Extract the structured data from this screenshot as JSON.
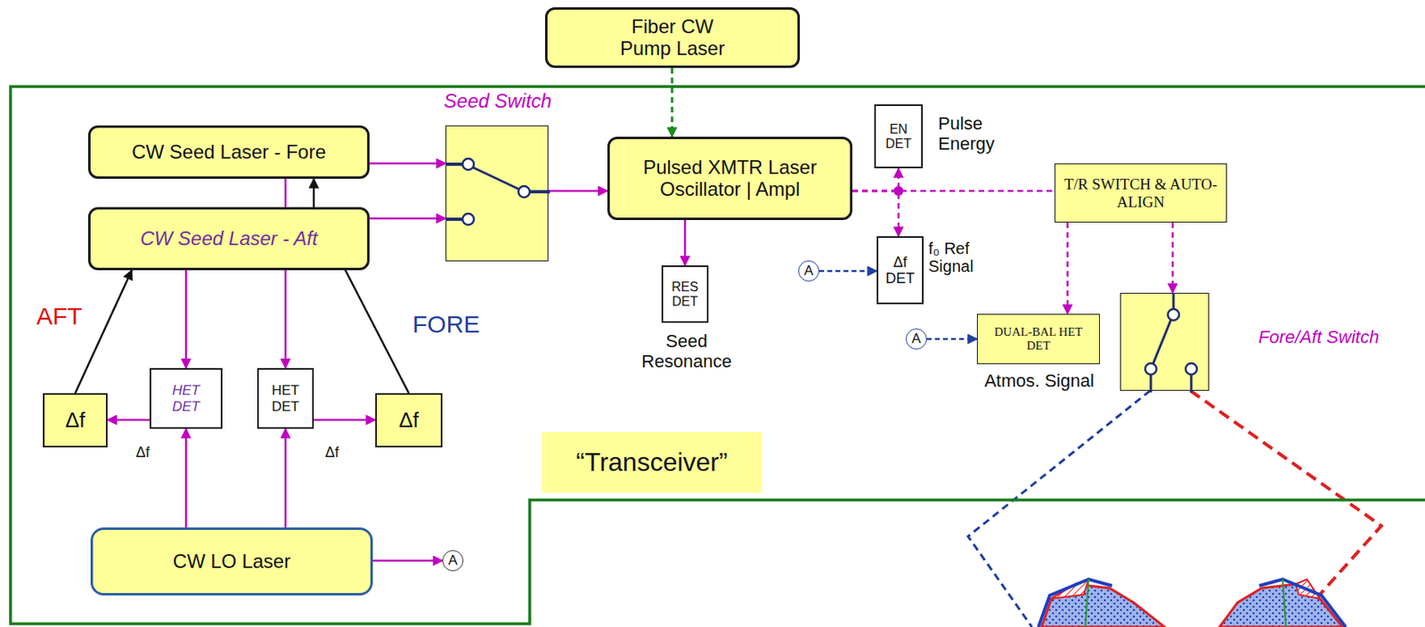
{
  "diagram": {
    "nodes": [
      {
        "text": [
          "Fiber CW Pump Laser"
        ]
      },
      {
        "text": [
          "“Transceiver”"
        ]
      },
      {
        "text": [
          "CW Seed Laser - Fore"
        ],
        "in": 1
      },
      {
        "text": [
          "Seed Switch"
        ],
        "in": 1
      },
      {
        "text": [
          "CW Seed Laser - Aft"
        ],
        "in": 1
      },
      {
        "text": [
          "Pulsed XMTR Laser Oscillator | Ampl"
        ],
        "in": 1
      },
      {
        "text": [
          "EN DET",
          "Pulse Energy"
        ],
        "in": 1
      },
      {
        "text": [
          "T/R SWITCH & AUTO-ALIGN"
        ],
        "in": 1
      },
      {
        "text": [
          "RES DET",
          "Seed Resonance"
        ],
        "in": 1
      },
      {
        "text": [
          "A"
        ],
        "in": 1
      },
      {
        "text": [
          "Δf DET",
          "f₀ Ref Signal"
        ],
        "in": 1
      },
      {
        "text": [
          "A"
        ],
        "in": 1
      },
      {
        "text": [
          "DUAL-BAL HET DET",
          "Atmos. Signal"
        ],
        "in": 1
      },
      {
        "text": [
          "Fore/Aft Switch"
        ],
        "in": 1
      },
      {
        "text": [
          "Δf"
        ],
        "in": 1
      },
      {
        "text": [
          "HET DET"
        ],
        "in": 1
      },
      {
        "text": [
          "HET DET"
        ],
        "in": 1
      },
      {
        "text": [
          "Δf"
        ],
        "in": 1
      },
      {
        "text": [
          "CW LO Laser"
        ],
        "in": 1
      },
      {
        "text": [
          "A"
        ],
        "in": 1
      }
    ],
    "edges": [
      {
        "from": 0,
        "to": 5,
        "arrow": "to"
      },
      {
        "from": 2,
        "to": 3,
        "arrow": "to"
      },
      {
        "from": 4,
        "to": 3,
        "arrow": "to"
      },
      {
        "from": 3,
        "to": 5,
        "arrow": "to"
      },
      {
        "from": 5,
        "to": 8,
        "arrow": "to"
      },
      {
        "from": 5,
        "to": 6,
        "arrow": "to"
      },
      {
        "from": 5,
        "to": 10,
        "arrow": "to"
      },
      {
        "from": 5,
        "to": 7,
        "arrow": "none"
      },
      {
        "from": 7,
        "to": 12,
        "arrow": "to"
      },
      {
        "from": 7,
        "to": 13,
        "arrow": "to"
      },
      {
        "from": 4,
        "to": 15,
        "arrow": "to"
      },
      {
        "from": 2,
        "to": 16,
        "arrow": "to"
      },
      {
        "from": 18,
        "to": 15,
        "arrow": "to"
      },
      {
        "from": 18,
        "to": 16,
        "arrow": "to"
      },
      {
        "from": 15,
        "to": 14,
        "arrow": "to"
      },
      {
        "from": 16,
        "to": 17,
        "arrow": "to"
      },
      {
        "from": 14,
        "to": 4,
        "arrow": "to"
      },
      {
        "from": 17,
        "to": 2,
        "arrow": "to"
      },
      {
        "from": 18,
        "to": 19,
        "arrow": "to"
      },
      {
        "from": 9,
        "to": 10,
        "arrow": "to"
      },
      {
        "from": 11,
        "to": 12,
        "arrow": "to"
      }
    ],
    "labels": [
      "AFT",
      "FORE",
      "Δf",
      "Δf"
    ]
  }
}
